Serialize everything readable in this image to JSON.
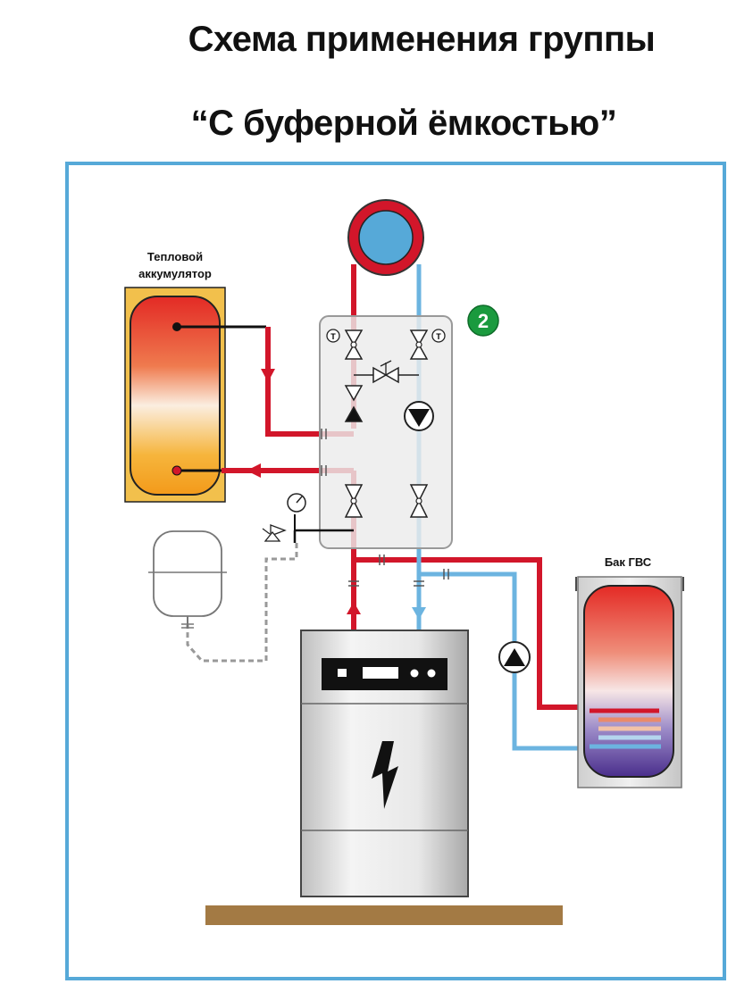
{
  "title": {
    "line1": "Схема применения группы",
    "line2": "“С буферной ёмкостью”"
  },
  "labels": {
    "accumulator_line1": "Тепловой",
    "accumulator_line2": "аккумулятор",
    "dhw_tank": "Бак ГВС",
    "group_number": "2",
    "thermometer_symbol": "T"
  },
  "colors": {
    "frame": "#56a9d8",
    "supply": "#d2162a",
    "return": "#6cb4e0",
    "badge": "#1a9a3e",
    "floor": "#a37a44"
  }
}
